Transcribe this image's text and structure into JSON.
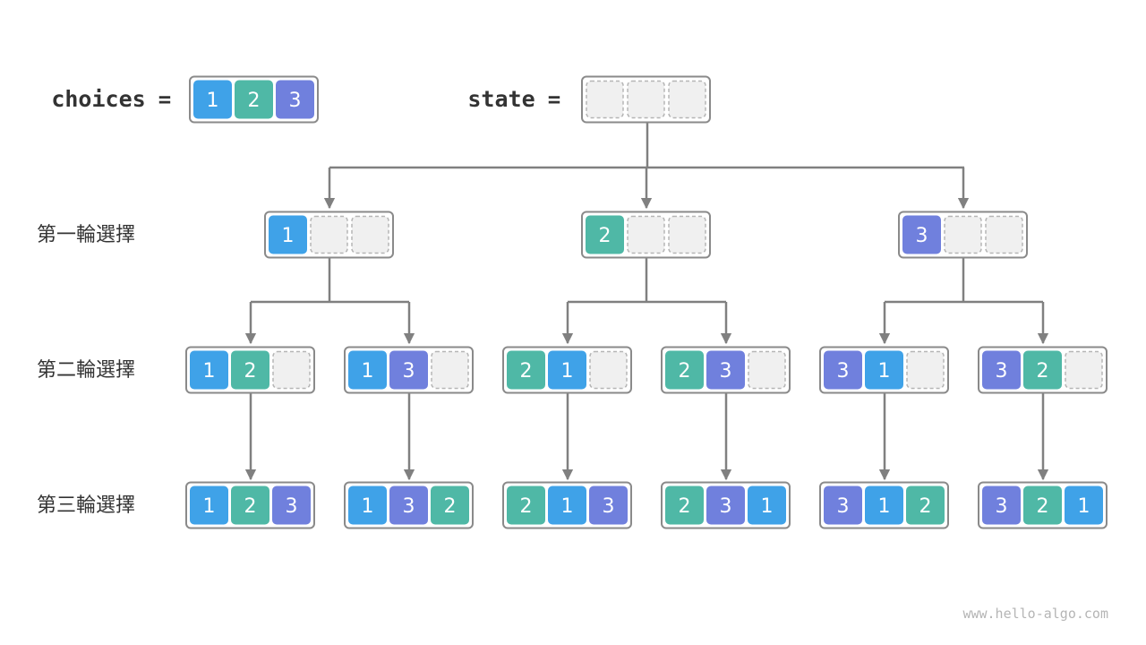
{
  "header": {
    "choices_label": "choices",
    "choices_eq": "=",
    "choices_values": [
      "1",
      "2",
      "3"
    ],
    "state_label": "state",
    "state_eq": "="
  },
  "rows": [
    {
      "label": "第一輪選擇",
      "nodes": [
        [
          "1"
        ],
        [
          "2"
        ],
        [
          "3"
        ]
      ]
    },
    {
      "label": "第二輪選擇",
      "nodes": [
        [
          "1",
          "2"
        ],
        [
          "1",
          "3"
        ],
        [
          "2",
          "1"
        ],
        [
          "2",
          "3"
        ],
        [
          "3",
          "1"
        ],
        [
          "3",
          "2"
        ]
      ]
    },
    {
      "label": "第三輪選擇",
      "nodes": [
        [
          "1",
          "2",
          "3"
        ],
        [
          "1",
          "3",
          "2"
        ],
        [
          "2",
          "1",
          "3"
        ],
        [
          "2",
          "3",
          "1"
        ],
        [
          "3",
          "1",
          "2"
        ],
        [
          "3",
          "2",
          "1"
        ]
      ]
    }
  ],
  "colors": {
    "1": "#3fa2e8",
    "2": "#4fb8a6",
    "3": "#7080dd",
    "empty_fill": "#f0f0f0",
    "empty_stroke": "#b5b5b5",
    "frame": "#8a8a8a",
    "line": "#808080",
    "text_dark": "#333333",
    "watermark": "#b5b5b5"
  },
  "watermark": "www.hello-algo.com"
}
